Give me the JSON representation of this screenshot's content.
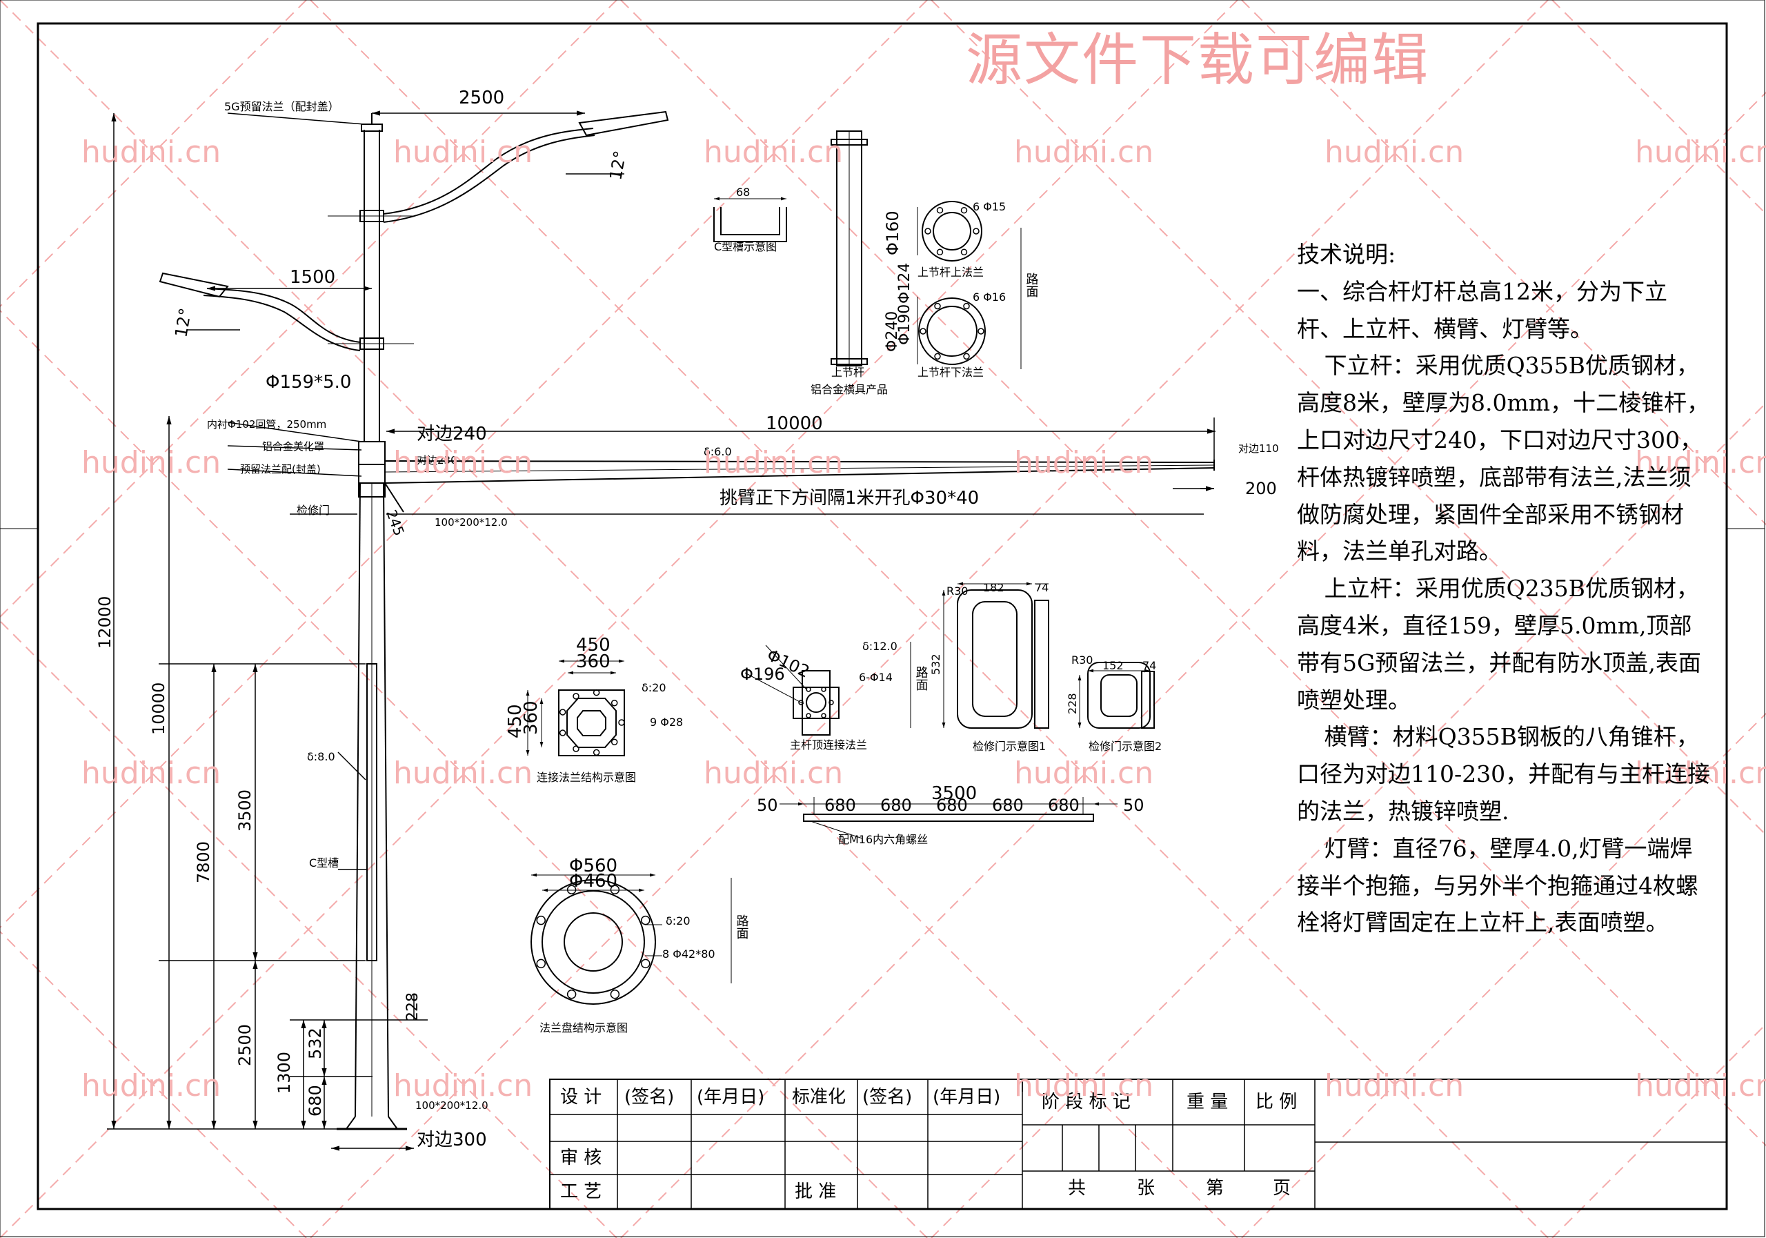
{
  "banner": "源文件下载可编辑",
  "watermark": "hudini.cn",
  "colors": {
    "line": "#000000",
    "watermark": "#f5b2b2",
    "banner": "#f3a2a2"
  },
  "tech": {
    "title": "技术说明:",
    "p1": "一、综合杆灯杆总高12米，分为下立杆、上立杆、横臂、灯臂等。",
    "p2": "下立杆：采用优质Q355B优质钢材，高度8米，壁厚为8.0mm，十二棱锥杆，上口对边尺寸240，下口对边尺寸300，杆体热镀锌喷塑，底部带有法兰,法兰须做防腐处理，紧固件全部采用不锈钢材料，法兰单孔对路。",
    "p3": "上立杆：采用优质Q235B优质钢材，高度4米，直径159，壁厚5.0mm,顶部带有5G预留法兰，并配有防水顶盖,表面喷塑处理。",
    "p4": "横臂：材料Q355B钢板的八角锥杆，口径为对边110-230，并配有与主杆连接的法兰，热镀锌喷塑.",
    "p5": "灯臂：直径76，壁厚4.0,灯臂一端焊接半个抱箍，与另外半个抱箍通过4枚螺栓将灯臂固定在上立杆上,表面喷塑。"
  },
  "main": {
    "arm_top_len": "2500",
    "arm_top_note": "5G预留法兰（配封盖）",
    "arm_top_angle": "12°",
    "arm_mid_len": "1500",
    "arm_mid_angle": "12°",
    "upper_dia": "Φ159*5.0",
    "liner": "内衬Φ102回管，250mm",
    "cover": "铝合金美化罩",
    "flange_note": "预留法兰配(封盖)",
    "door": "检修门",
    "opp240": "对边240",
    "opp230": "对边230",
    "cross_len": "10000",
    "cross_thk": "δ:6.0",
    "opp110": "对边110",
    "holes": "挑臂正下方间隔1米开孔Φ30*40",
    "dim200": "200",
    "dim245": "245",
    "plate_top": "100*200*12.0",
    "plate_bot": "100*200*12.0",
    "h12000": "12000",
    "h10000": "10000",
    "h7800": "7800",
    "h3500": "3500",
    "h2500": "2500",
    "h1300": "1300",
    "h680": "680",
    "h532": "532",
    "h228": "228",
    "wall8": "δ:8.0",
    "cslot": "C型槽",
    "opp300": "对边300"
  },
  "details": {
    "c_width": "68",
    "c_label": "C型槽示意图",
    "upper_label": "上节杆",
    "upper_sub": "铝合金横具产品",
    "f_top_dia": "Φ160",
    "f_top_holes": "6 Φ15",
    "f_top_label": "上节杆上法兰",
    "f_bot_dia1": "Φ124",
    "f_bot_dia2": "Φ240",
    "f_bot_dia3": "Φ190",
    "f_bot_holes": "6 Φ16",
    "f_bot_label": "上节杆下法兰",
    "road": "路面",
    "cf_450a": "450",
    "cf_360a": "360",
    "cf_450b": "450",
    "cf_360b": "360",
    "cf_thk": "δ:20",
    "cf_holes": "9 Φ28",
    "cf_label": "连接法兰结构示意图",
    "tf_102": "Φ102",
    "tf_196": "Φ196",
    "tf_thk": "δ:12.0",
    "tf_holes": "6-Φ14",
    "tf_label": "主杆顶连接法兰",
    "d1_w": "182",
    "d1_t": "74",
    "d1_r": "R30",
    "d1_h": "532",
    "d1_label": "检修门示意图1",
    "d2_w": "152",
    "d2_t": "74",
    "d2_r": "R30",
    "d2_h": "228",
    "d2_label": "检修门示意图2",
    "rail_total": "3500",
    "rail_50a": "50",
    "rail_50b": "50",
    "rail_seg": "680",
    "rail_note": "配M16内六角螺丝",
    "bf_560": "Φ560",
    "bf_460": "Φ460",
    "bf_thk": "δ:20",
    "bf_holes": "8 Φ42*80",
    "bf_label": "法兰盘结构示意图"
  },
  "titleblock": {
    "design": "设 计",
    "sign1": "(签名)",
    "date1": "(年月日)",
    "std": "标准化",
    "sign2": "(签名)",
    "date2": "(年月日)",
    "stage": "阶 段 标 记",
    "weight": "重 量",
    "scale": "比 例",
    "review": "审 核",
    "process": "工 艺",
    "approve": "批 准",
    "total": "共",
    "sheets": "张",
    "num": "第",
    "page": "页"
  }
}
